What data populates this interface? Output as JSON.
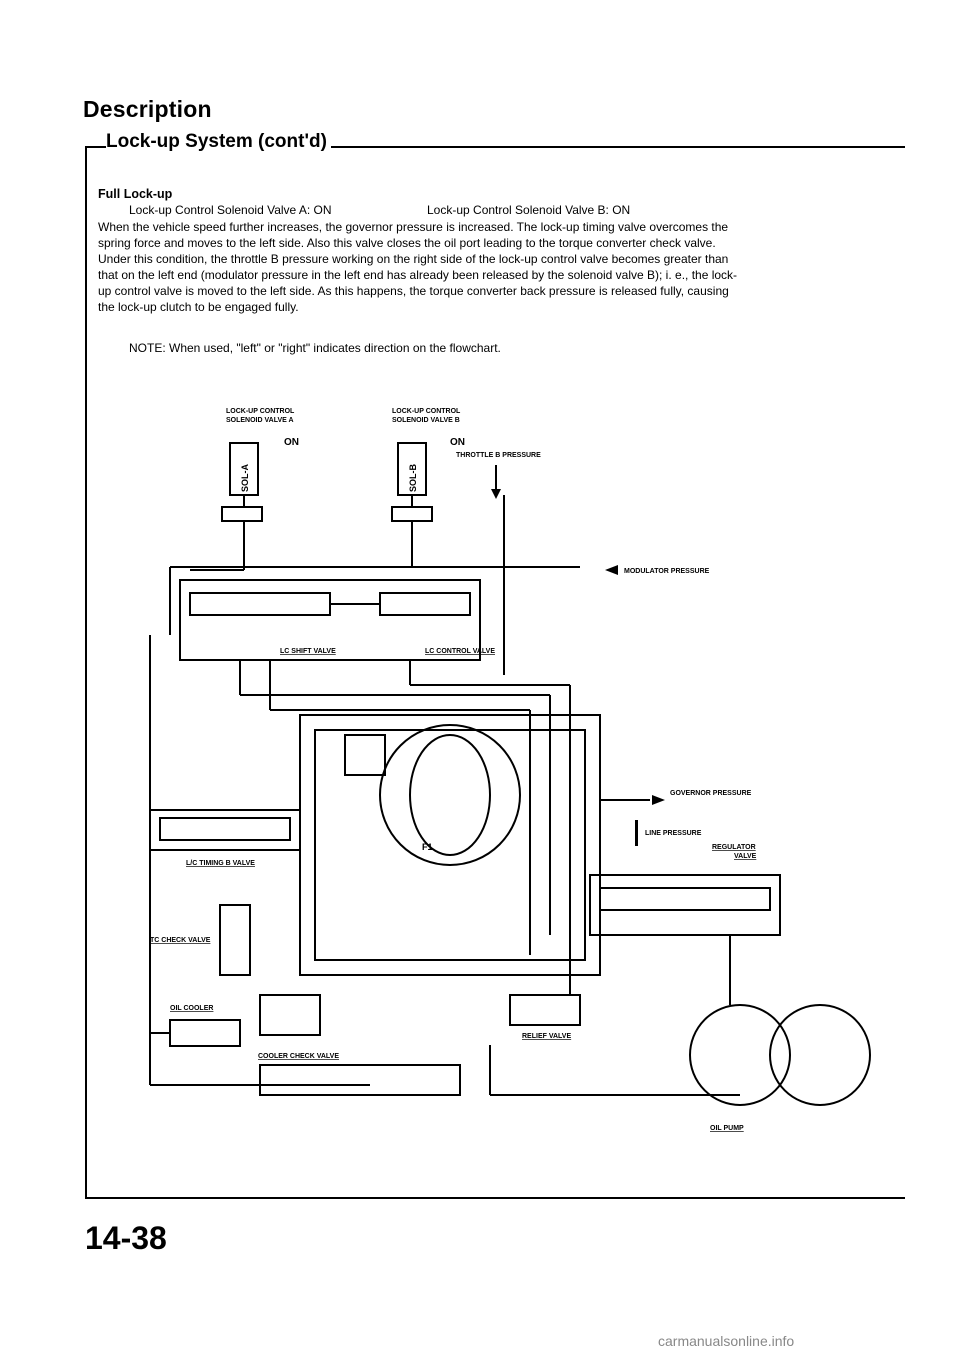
{
  "header": {
    "title": "Description",
    "section": "Lock-up System (cont'd)"
  },
  "body": {
    "subheading": "Full Lock-up",
    "valve_a_state": "Lock-up Control Solenoid Valve A: ON",
    "valve_b_state": "Lock-up Control Solenoid Valve B: ON",
    "lines": [
      "When the vehicle speed further increases, the governor pressure is increased. The lock-up timing valve overcomes the",
      "spring force and moves to the left side. Also this valve closes the oil port leading to the torque converter check valve.",
      "Under this condition, the throttle B pressure working on the right side of the lock-up control valve becomes greater than",
      "that on the left end (modulator pressure in the left end has already been released by the solenoid valve B); i. e., the lock-",
      "up control valve is moved to the left side. As this happens, the torque converter back pressure is released fully, causing",
      "the lock-up clutch to be engaged fully."
    ],
    "note": "NOTE: When used, \"left\" or \"right\" indicates direction on the flowchart."
  },
  "diagram": {
    "labels": {
      "sol_a_1": "LOCK-UP CONTROL",
      "sol_a_2": "SOLENOID VALVE A",
      "sol_b_1": "LOCK-UP CONTROL",
      "sol_b_2": "SOLENOID VALVE B",
      "on_a": "ON",
      "on_b": "ON",
      "sol_a_code": "SOL-A",
      "sol_b_code": "SOL-B",
      "throttle_b": "THROTTLE B PRESSURE",
      "modulator": "MODULATOR PRESSURE",
      "governor": "GOVERNOR PRESSURE",
      "line_pressure": "LINE PRESSURE",
      "regulator_1": "REGULATOR",
      "regulator_2": "VALVE",
      "lc_shift": "LC SHIFT VALVE",
      "lc_control": "LC CONTROL VALVE",
      "lc_timing": "L/C TIMING B VALVE",
      "tc_check": "TC CHECK VALVE",
      "oil_cooler": "OIL COOLER",
      "cooler_check": "COOLER CHECK VALVE",
      "relief": "RELIEF VALVE",
      "oil_pump": "OIL PUMP",
      "f1": "F1"
    }
  },
  "footer": {
    "page_number": "14-38"
  },
  "watermark": "carmanualsonline.info"
}
